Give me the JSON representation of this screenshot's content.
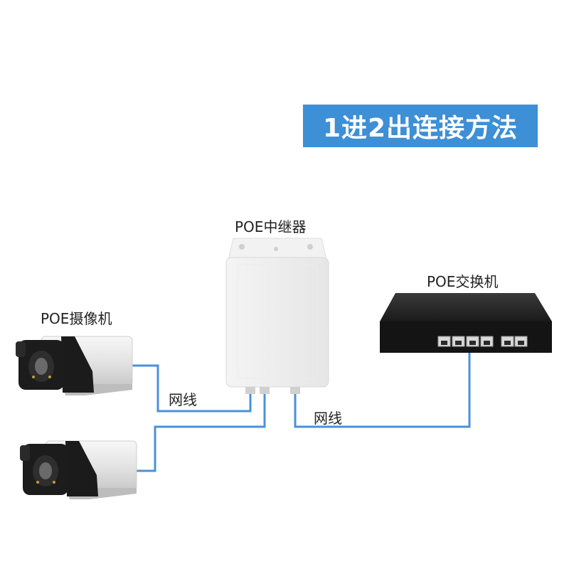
{
  "title": "1进2出连接方法",
  "labels": {
    "repeater": "POE中继器",
    "switch": "POE交换机",
    "camera": "POE摄像机",
    "cable_left": "网线",
    "cable_right": "网线"
  },
  "colors": {
    "banner": "#3d8fd6",
    "cable": "#4a90d9",
    "switch_body": "#1e1e1e"
  }
}
